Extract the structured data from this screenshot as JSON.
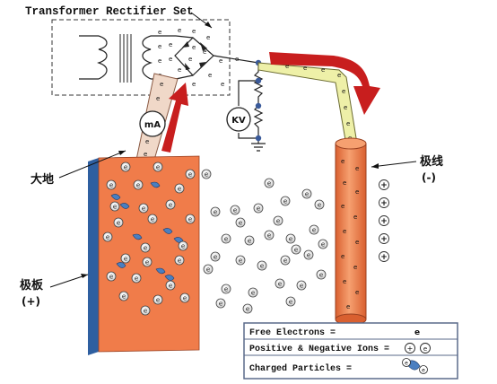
{
  "title": "Transformer Rectifier Set",
  "labels": {
    "ground": "大地",
    "plate": "极板",
    "plate_polarity": "(+)",
    "wire": "极线",
    "wire_polarity": "(-)",
    "meter_current": "mA",
    "meter_voltage": "KV",
    "electron": "e",
    "positive_ion": "+"
  },
  "legend": {
    "free_electrons": "Free Electrons =",
    "ions": "Positive & Negative Ions =",
    "charged_particles": "Charged Particles ="
  },
  "colors": {
    "plate": "#f07c4a",
    "plate_edge": "#2e5fa0",
    "wire": "#f07c4a",
    "conductor": "#f0d8c8",
    "hv_lead": "#eef0a8",
    "arrow": "#c81e1e",
    "particle": "#4a7fc1"
  }
}
